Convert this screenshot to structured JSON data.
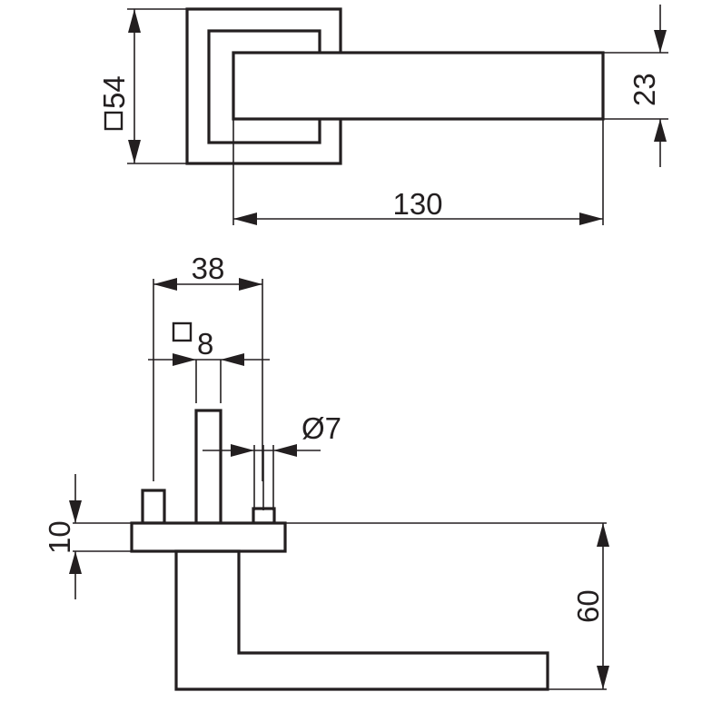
{
  "dimensions": {
    "rose_square": "54",
    "lever_height": "23",
    "lever_length": "130",
    "spindle_spacing": "38",
    "spindle_square": "8",
    "screw_diameter": "Ø7",
    "rose_thickness": "10",
    "lever_projection": "60"
  },
  "icons": {
    "square_symbol": "square-symbol-icon"
  }
}
